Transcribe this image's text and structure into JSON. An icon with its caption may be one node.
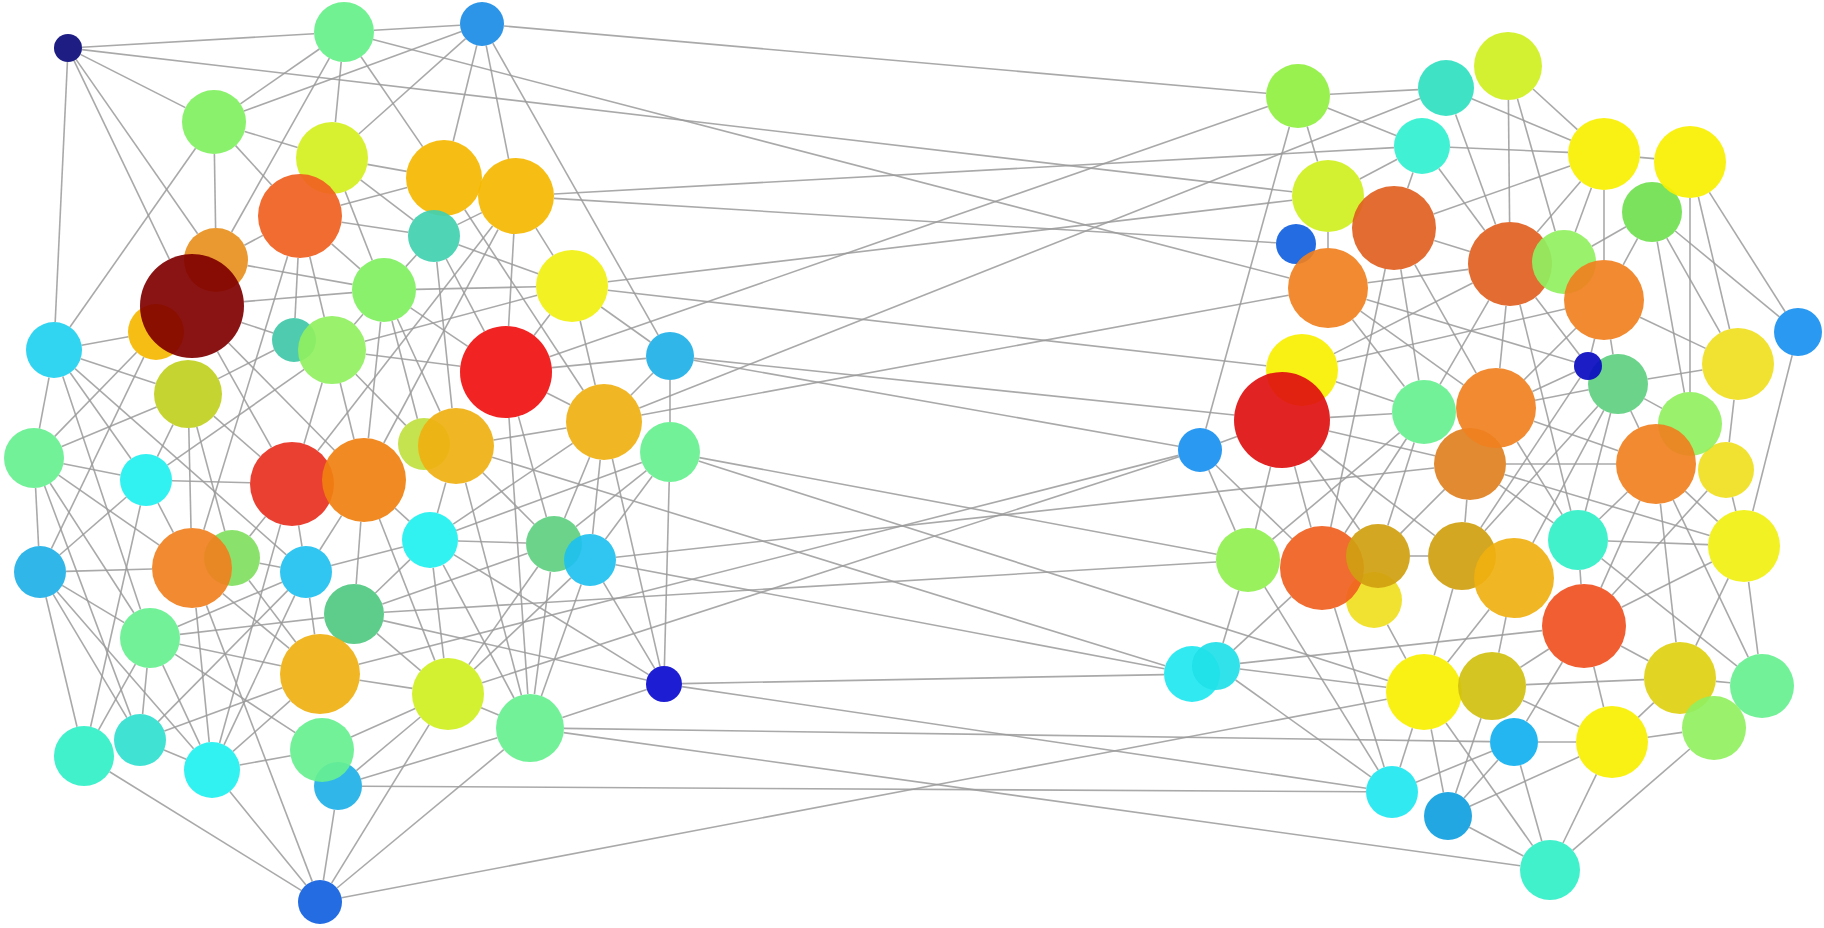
{
  "diagram": {
    "nodes": [
      {
        "text": [],
        "shape": "circle"
      },
      {
        "text": [],
        "shape": "circle"
      },
      {
        "text": [],
        "shape": "circle"
      },
      {
        "text": [],
        "shape": "circle"
      },
      {
        "text": [],
        "shape": "circle"
      },
      {
        "text": [],
        "shape": "circle"
      },
      {
        "text": [],
        "shape": "circle"
      },
      {
        "text": [],
        "shape": "circle"
      },
      {
        "text": [],
        "shape": "circle"
      },
      {
        "text": [],
        "shape": "circle"
      },
      {
        "text": [],
        "shape": "circle"
      },
      {
        "text": [],
        "shape": "circle"
      },
      {
        "text": [],
        "shape": "circle"
      },
      {
        "text": [],
        "shape": "circle"
      },
      {
        "text": [],
        "shape": "circle"
      },
      {
        "text": [],
        "shape": "circle"
      },
      {
        "text": [],
        "shape": "circle"
      },
      {
        "text": [],
        "shape": "circle"
      },
      {
        "text": [],
        "shape": "circle"
      },
      {
        "text": [],
        "shape": "circle"
      },
      {
        "text": [],
        "shape": "circle"
      },
      {
        "text": [],
        "shape": "circle"
      },
      {
        "text": [],
        "shape": "circle"
      },
      {
        "text": [],
        "shape": "circle"
      },
      {
        "text": [],
        "shape": "circle"
      },
      {
        "text": [],
        "shape": "circle"
      },
      {
        "text": [],
        "shape": "circle"
      },
      {
        "text": [],
        "shape": "circle"
      },
      {
        "text": [],
        "shape": "circle"
      },
      {
        "text": [],
        "shape": "circle"
      },
      {
        "text": [],
        "shape": "circle"
      },
      {
        "text": [],
        "shape": "circle"
      },
      {
        "text": [],
        "shape": "circle"
      },
      {
        "text": [],
        "shape": "circle"
      },
      {
        "text": [],
        "shape": "circle"
      },
      {
        "text": [],
        "shape": "circle"
      },
      {
        "text": [],
        "shape": "circle"
      },
      {
        "text": [],
        "shape": "circle"
      },
      {
        "text": [],
        "shape": "circle"
      },
      {
        "text": [],
        "shape": "circle"
      },
      {
        "text": [],
        "shape": "circle"
      },
      {
        "text": [],
        "shape": "circle"
      },
      {
        "text": [],
        "shape": "circle"
      },
      {
        "text": [],
        "shape": "circle"
      },
      {
        "text": [],
        "shape": "circle"
      },
      {
        "text": [],
        "shape": "circle"
      },
      {
        "text": [],
        "shape": "circle"
      },
      {
        "text": [],
        "shape": "circle"
      },
      {
        "text": [],
        "shape": "circle"
      },
      {
        "text": [],
        "shape": "circle"
      },
      {
        "text": [],
        "shape": "circle"
      },
      {
        "text": [],
        "shape": "circle"
      },
      {
        "text": [],
        "shape": "circle"
      },
      {
        "text": [],
        "shape": "circle"
      },
      {
        "text": [],
        "shape": "circle"
      },
      {
        "text": [],
        "shape": "circle"
      },
      {
        "text": [],
        "shape": "circle"
      },
      {
        "text": [],
        "shape": "circle"
      },
      {
        "text": [],
        "shape": "circle"
      },
      {
        "text": [],
        "shape": "circle"
      },
      {
        "text": [],
        "shape": "circle"
      },
      {
        "text": [],
        "shape": "circle"
      },
      {
        "text": [],
        "shape": "circle"
      },
      {
        "text": [],
        "shape": "circle"
      },
      {
        "text": [],
        "shape": "circle"
      },
      {
        "text": [],
        "shape": "circle"
      },
      {
        "text": [],
        "shape": "circle"
      },
      {
        "text": [],
        "shape": "circle"
      },
      {
        "text": [],
        "shape": "circle"
      },
      {
        "text": [],
        "shape": "circle"
      },
      {
        "text": [],
        "shape": "circle"
      },
      {
        "text": [],
        "shape": "circle"
      },
      {
        "text": [],
        "shape": "circle"
      },
      {
        "text": [],
        "shape": "circle"
      },
      {
        "text": [],
        "shape": "circle"
      },
      {
        "text": [],
        "shape": "circle"
      },
      {
        "text": [],
        "shape": "circle"
      },
      {
        "text": [],
        "shape": "circle"
      },
      {
        "text": [],
        "shape": "circle"
      },
      {
        "text": [],
        "shape": "circle"
      },
      {
        "text": [],
        "shape": "circle"
      },
      {
        "text": [],
        "shape": "circle"
      },
      {
        "text": [],
        "shape": "circle"
      },
      {
        "text": [],
        "shape": "circle"
      },
      {
        "text": [],
        "shape": "circle"
      },
      {
        "text": [],
        "shape": "circle"
      },
      {
        "text": [],
        "shape": "circle"
      },
      {
        "text": [],
        "shape": "circle"
      },
      {
        "text": [],
        "shape": "circle"
      },
      {
        "text": [],
        "shape": "circle"
      },
      {
        "text": [],
        "shape": "circle"
      },
      {
        "text": [],
        "shape": "circle"
      },
      {
        "text": [],
        "shape": "circle"
      },
      {
        "text": [],
        "shape": "circle"
      },
      {
        "text": [],
        "shape": "circle"
      }
    ],
    "edges": [
      {
        "from": 0,
        "to": 1,
        "arrow": "none"
      },
      {
        "from": 0,
        "to": 3,
        "arrow": "none"
      },
      {
        "from": 0,
        "to": 9,
        "arrow": "none"
      },
      {
        "from": 0,
        "to": 10,
        "arrow": "none"
      },
      {
        "from": 0,
        "to": 14,
        "arrow": "none"
      },
      {
        "from": 1,
        "to": 2,
        "arrow": "none"
      },
      {
        "from": 1,
        "to": 3,
        "arrow": "none"
      },
      {
        "from": 1,
        "to": 4,
        "arrow": "none"
      },
      {
        "from": 1,
        "to": 6,
        "arrow": "none"
      },
      {
        "from": 1,
        "to": 9,
        "arrow": "none"
      },
      {
        "from": 2,
        "to": 3,
        "arrow": "none"
      },
      {
        "from": 2,
        "to": 4,
        "arrow": "none"
      },
      {
        "from": 2,
        "to": 6,
        "arrow": "none"
      },
      {
        "from": 2,
        "to": 7,
        "arrow": "none"
      },
      {
        "from": 2,
        "to": 18,
        "arrow": "none"
      },
      {
        "from": 3,
        "to": 4,
        "arrow": "none"
      },
      {
        "from": 3,
        "to": 5,
        "arrow": "none"
      },
      {
        "from": 3,
        "to": 9,
        "arrow": "none"
      },
      {
        "from": 3,
        "to": 14,
        "arrow": "none"
      },
      {
        "from": 4,
        "to": 6,
        "arrow": "none"
      },
      {
        "from": 4,
        "to": 8,
        "arrow": "none"
      },
      {
        "from": 4,
        "to": 12,
        "arrow": "none"
      },
      {
        "from": 5,
        "to": 6,
        "arrow": "none"
      },
      {
        "from": 5,
        "to": 8,
        "arrow": "none"
      },
      {
        "from": 5,
        "to": 9,
        "arrow": "none"
      },
      {
        "from": 5,
        "to": 12,
        "arrow": "none"
      },
      {
        "from": 5,
        "to": 15,
        "arrow": "none"
      },
      {
        "from": 5,
        "to": 16,
        "arrow": "none"
      },
      {
        "from": 5,
        "to": 28,
        "arrow": "none"
      },
      {
        "from": 6,
        "to": 20,
        "arrow": "none"
      },
      {
        "from": 7,
        "to": 8,
        "arrow": "none"
      },
      {
        "from": 7,
        "to": 11,
        "arrow": "none"
      },
      {
        "from": 7,
        "to": 17,
        "arrow": "none"
      },
      {
        "from": 7,
        "to": 23,
        "arrow": "none"
      },
      {
        "from": 7,
        "to": 24,
        "arrow": "none"
      },
      {
        "from": 8,
        "to": 11,
        "arrow": "none"
      },
      {
        "from": 8,
        "to": 12,
        "arrow": "none"
      },
      {
        "from": 8,
        "to": 17,
        "arrow": "none"
      },
      {
        "from": 8,
        "to": 26,
        "arrow": "none"
      },
      {
        "from": 9,
        "to": 12,
        "arrow": "none"
      },
      {
        "from": 10,
        "to": 12,
        "arrow": "none"
      },
      {
        "from": 10,
        "to": 15,
        "arrow": "none"
      },
      {
        "from": 10,
        "to": 23,
        "arrow": "none"
      },
      {
        "from": 10,
        "to": 24,
        "arrow": "none"
      },
      {
        "from": 11,
        "to": 12,
        "arrow": "none"
      },
      {
        "from": 11,
        "to": 16,
        "arrow": "none"
      },
      {
        "from": 11,
        "to": 17,
        "arrow": "none"
      },
      {
        "from": 11,
        "to": 18,
        "arrow": "none"
      },
      {
        "from": 11,
        "to": 20,
        "arrow": "none"
      },
      {
        "from": 12,
        "to": 16,
        "arrow": "none"
      },
      {
        "from": 12,
        "to": 17,
        "arrow": "none"
      },
      {
        "from": 12,
        "to": 24,
        "arrow": "none"
      },
      {
        "from": 12,
        "to": 25,
        "arrow": "none"
      },
      {
        "from": 12,
        "to": 26,
        "arrow": "none"
      },
      {
        "from": 13,
        "to": 14,
        "arrow": "none"
      },
      {
        "from": 13,
        "to": 21,
        "arrow": "none"
      },
      {
        "from": 13,
        "to": 34,
        "arrow": "none"
      },
      {
        "from": 14,
        "to": 19,
        "arrow": "none"
      },
      {
        "from": 14,
        "to": 21,
        "arrow": "none"
      },
      {
        "from": 14,
        "to": 22,
        "arrow": "none"
      },
      {
        "from": 14,
        "to": 31,
        "arrow": "none"
      },
      {
        "from": 14,
        "to": 35,
        "arrow": "none"
      },
      {
        "from": 15,
        "to": 19,
        "arrow": "none"
      },
      {
        "from": 16,
        "to": 17,
        "arrow": "none"
      },
      {
        "from": 16,
        "to": 22,
        "arrow": "none"
      },
      {
        "from": 16,
        "to": 23,
        "arrow": "none"
      },
      {
        "from": 16,
        "to": 24,
        "arrow": "none"
      },
      {
        "from": 16,
        "to": 25,
        "arrow": "none"
      },
      {
        "from": 17,
        "to": 18,
        "arrow": "none"
      },
      {
        "from": 17,
        "to": 20,
        "arrow": "none"
      },
      {
        "from": 17,
        "to": 32,
        "arrow": "none"
      },
      {
        "from": 17,
        "to": 40,
        "arrow": "none"
      },
      {
        "from": 18,
        "to": 20,
        "arrow": "none"
      },
      {
        "from": 18,
        "to": 27,
        "arrow": "none"
      },
      {
        "from": 19,
        "to": 21,
        "arrow": "none"
      },
      {
        "from": 19,
        "to": 22,
        "arrow": "none"
      },
      {
        "from": 19,
        "to": 23,
        "arrow": "none"
      },
      {
        "from": 19,
        "to": 28,
        "arrow": "none"
      },
      {
        "from": 19,
        "to": 29,
        "arrow": "none"
      },
      {
        "from": 20,
        "to": 26,
        "arrow": "none"
      },
      {
        "from": 20,
        "to": 30,
        "arrow": "none"
      },
      {
        "from": 20,
        "to": 32,
        "arrow": "none"
      },
      {
        "from": 20,
        "to": 33,
        "arrow": "none"
      },
      {
        "from": 20,
        "to": 39,
        "arrow": "none"
      },
      {
        "from": 21,
        "to": 22,
        "arrow": "none"
      },
      {
        "from": 21,
        "to": 28,
        "arrow": "none"
      },
      {
        "from": 21,
        "to": 34,
        "arrow": "none"
      },
      {
        "from": 21,
        "to": 35,
        "arrow": "none"
      },
      {
        "from": 21,
        "to": 42,
        "arrow": "none"
      },
      {
        "from": 22,
        "to": 23,
        "arrow": "none"
      },
      {
        "from": 22,
        "to": 28,
        "arrow": "none"
      },
      {
        "from": 22,
        "to": 34,
        "arrow": "none"
      },
      {
        "from": 22,
        "to": 41,
        "arrow": "none"
      },
      {
        "from": 23,
        "to": 29,
        "arrow": "none"
      },
      {
        "from": 23,
        "to": 31,
        "arrow": "none"
      },
      {
        "from": 23,
        "to": 43,
        "arrow": "none"
      },
      {
        "from": 24,
        "to": 30,
        "arrow": "none"
      },
      {
        "from": 24,
        "to": 31,
        "arrow": "none"
      },
      {
        "from": 24,
        "to": 36,
        "arrow": "none"
      },
      {
        "from": 24,
        "to": 38,
        "arrow": "none"
      },
      {
        "from": 26,
        "to": 30,
        "arrow": "none"
      },
      {
        "from": 26,
        "to": 32,
        "arrow": "none"
      },
      {
        "from": 26,
        "to": 40,
        "arrow": "none"
      },
      {
        "from": 27,
        "to": 30,
        "arrow": "none"
      },
      {
        "from": 27,
        "to": 32,
        "arrow": "none"
      },
      {
        "from": 27,
        "to": 33,
        "arrow": "none"
      },
      {
        "from": 27,
        "to": 39,
        "arrow": "none"
      },
      {
        "from": 28,
        "to": 34,
        "arrow": "none"
      },
      {
        "from": 28,
        "to": 37,
        "arrow": "none"
      },
      {
        "from": 28,
        "to": 43,
        "arrow": "none"
      },
      {
        "from": 28,
        "to": 46,
        "arrow": "none"
      },
      {
        "from": 29,
        "to": 31,
        "arrow": "none"
      },
      {
        "from": 29,
        "to": 37,
        "arrow": "none"
      },
      {
        "from": 30,
        "to": 31,
        "arrow": "none"
      },
      {
        "from": 30,
        "to": 32,
        "arrow": "none"
      },
      {
        "from": 30,
        "to": 36,
        "arrow": "none"
      },
      {
        "from": 30,
        "to": 38,
        "arrow": "none"
      },
      {
        "from": 30,
        "to": 39,
        "arrow": "none"
      },
      {
        "from": 30,
        "to": 40,
        "arrow": "none"
      },
      {
        "from": 31,
        "to": 35,
        "arrow": "none"
      },
      {
        "from": 31,
        "to": 37,
        "arrow": "none"
      },
      {
        "from": 31,
        "to": 42,
        "arrow": "none"
      },
      {
        "from": 31,
        "to": 43,
        "arrow": "none"
      },
      {
        "from": 32,
        "to": 36,
        "arrow": "none"
      },
      {
        "from": 32,
        "to": 38,
        "arrow": "none"
      },
      {
        "from": 32,
        "to": 40,
        "arrow": "none"
      },
      {
        "from": 33,
        "to": 38,
        "arrow": "none"
      },
      {
        "from": 33,
        "to": 39,
        "arrow": "none"
      },
      {
        "from": 33,
        "to": 40,
        "arrow": "none"
      },
      {
        "from": 34,
        "to": 35,
        "arrow": "none"
      },
      {
        "from": 34,
        "to": 41,
        "arrow": "none"
      },
      {
        "from": 34,
        "to": 42,
        "arrow": "none"
      },
      {
        "from": 34,
        "to": 43,
        "arrow": "none"
      },
      {
        "from": 35,
        "to": 36,
        "arrow": "none"
      },
      {
        "from": 35,
        "to": 37,
        "arrow": "none"
      },
      {
        "from": 35,
        "to": 41,
        "arrow": "none"
      },
      {
        "from": 35,
        "to": 42,
        "arrow": "none"
      },
      {
        "from": 35,
        "to": 43,
        "arrow": "none"
      },
      {
        "from": 35,
        "to": 44,
        "arrow": "none"
      },
      {
        "from": 36,
        "to": 38,
        "arrow": "none"
      },
      {
        "from": 36,
        "to": 39,
        "arrow": "none"
      },
      {
        "from": 37,
        "to": 38,
        "arrow": "none"
      },
      {
        "from": 37,
        "to": 42,
        "arrow": "none"
      },
      {
        "from": 37,
        "to": 43,
        "arrow": "none"
      },
      {
        "from": 38,
        "to": 40,
        "arrow": "none"
      },
      {
        "from": 38,
        "to": 44,
        "arrow": "none"
      },
      {
        "from": 38,
        "to": 45,
        "arrow": "none"
      },
      {
        "from": 38,
        "to": 46,
        "arrow": "none"
      },
      {
        "from": 39,
        "to": 40,
        "arrow": "none"
      },
      {
        "from": 40,
        "to": 45,
        "arrow": "none"
      },
      {
        "from": 40,
        "to": 46,
        "arrow": "none"
      },
      {
        "from": 41,
        "to": 46,
        "arrow": "none"
      },
      {
        "from": 42,
        "to": 43,
        "arrow": "none"
      },
      {
        "from": 43,
        "to": 44,
        "arrow": "none"
      },
      {
        "from": 43,
        "to": 46,
        "arrow": "none"
      },
      {
        "from": 45,
        "to": 46,
        "arrow": "none"
      },
      {
        "from": 47,
        "to": 48,
        "arrow": "none"
      },
      {
        "from": 47,
        "to": 50,
        "arrow": "none"
      },
      {
        "from": 47,
        "to": 53,
        "arrow": "none"
      },
      {
        "from": 47,
        "to": 70,
        "arrow": "none"
      },
      {
        "from": 48,
        "to": 51,
        "arrow": "none"
      },
      {
        "from": 48,
        "to": 57,
        "arrow": "none"
      },
      {
        "from": 49,
        "to": 51,
        "arrow": "none"
      },
      {
        "from": 49,
        "to": 57,
        "arrow": "none"
      },
      {
        "from": 49,
        "to": 58,
        "arrow": "none"
      },
      {
        "from": 50,
        "to": 51,
        "arrow": "none"
      },
      {
        "from": 50,
        "to": 53,
        "arrow": "none"
      },
      {
        "from": 50,
        "to": 56,
        "arrow": "none"
      },
      {
        "from": 50,
        "to": 57,
        "arrow": "none"
      },
      {
        "from": 51,
        "to": 52,
        "arrow": "none"
      },
      {
        "from": 51,
        "to": 56,
        "arrow": "none"
      },
      {
        "from": 51,
        "to": 57,
        "arrow": "none"
      },
      {
        "from": 51,
        "to": 58,
        "arrow": "none"
      },
      {
        "from": 51,
        "to": 60,
        "arrow": "none"
      },
      {
        "from": 52,
        "to": 61,
        "arrow": "none"
      },
      {
        "from": 52,
        "to": 65,
        "arrow": "none"
      },
      {
        "from": 52,
        "to": 69,
        "arrow": "none"
      },
      {
        "from": 53,
        "to": 59,
        "arrow": "none"
      },
      {
        "from": 54,
        "to": 58,
        "arrow": "none"
      },
      {
        "from": 54,
        "to": 60,
        "arrow": "none"
      },
      {
        "from": 54,
        "to": 61,
        "arrow": "none"
      },
      {
        "from": 54,
        "to": 65,
        "arrow": "none"
      },
      {
        "from": 54,
        "to": 69,
        "arrow": "none"
      },
      {
        "from": 56,
        "to": 57,
        "arrow": "none"
      },
      {
        "from": 56,
        "to": 67,
        "arrow": "none"
      },
      {
        "from": 56,
        "to": 68,
        "arrow": "none"
      },
      {
        "from": 56,
        "to": 75,
        "arrow": "none"
      },
      {
        "from": 57,
        "to": 59,
        "arrow": "none"
      },
      {
        "from": 57,
        "to": 62,
        "arrow": "none"
      },
      {
        "from": 57,
        "to": 63,
        "arrow": "none"
      },
      {
        "from": 57,
        "to": 67,
        "arrow": "none"
      },
      {
        "from": 57,
        "to": 68,
        "arrow": "none"
      },
      {
        "from": 57,
        "to": 80,
        "arrow": "none"
      },
      {
        "from": 59,
        "to": 63,
        "arrow": "none"
      },
      {
        "from": 59,
        "to": 67,
        "arrow": "none"
      },
      {
        "from": 59,
        "to": 68,
        "arrow": "none"
      },
      {
        "from": 60,
        "to": 62,
        "arrow": "none"
      },
      {
        "from": 60,
        "to": 63,
        "arrow": "none"
      },
      {
        "from": 60,
        "to": 64,
        "arrow": "none"
      },
      {
        "from": 60,
        "to": 65,
        "arrow": "none"
      },
      {
        "from": 60,
        "to": 68,
        "arrow": "none"
      },
      {
        "from": 61,
        "to": 81,
        "arrow": "none"
      },
      {
        "from": 62,
        "to": 67,
        "arrow": "none"
      },
      {
        "from": 63,
        "to": 68,
        "arrow": "none"
      },
      {
        "from": 63,
        "to": 78,
        "arrow": "none"
      },
      {
        "from": 64,
        "to": 65,
        "arrow": "none"
      },
      {
        "from": 64,
        "to": 68,
        "arrow": "none"
      },
      {
        "from": 64,
        "to": 69,
        "arrow": "none"
      },
      {
        "from": 64,
        "to": 72,
        "arrow": "none"
      },
      {
        "from": 64,
        "to": 78,
        "arrow": "none"
      },
      {
        "from": 64,
        "to": 79,
        "arrow": "none"
      },
      {
        "from": 64,
        "to": 80,
        "arrow": "none"
      },
      {
        "from": 65,
        "to": 73,
        "arrow": "none"
      },
      {
        "from": 66,
        "to": 67,
        "arrow": "none"
      },
      {
        "from": 66,
        "to": 70,
        "arrow": "none"
      },
      {
        "from": 66,
        "to": 71,
        "arrow": "none"
      },
      {
        "from": 66,
        "to": 74,
        "arrow": "none"
      },
      {
        "from": 66,
        "to": 75,
        "arrow": "none"
      },
      {
        "from": 66,
        "to": 76,
        "arrow": "none"
      },
      {
        "from": 66,
        "to": 78,
        "arrow": "none"
      },
      {
        "from": 67,
        "to": 74,
        "arrow": "none"
      },
      {
        "from": 67,
        "to": 75,
        "arrow": "none"
      },
      {
        "from": 67,
        "to": 76,
        "arrow": "none"
      },
      {
        "from": 68,
        "to": 72,
        "arrow": "none"
      },
      {
        "from": 68,
        "to": 80,
        "arrow": "none"
      },
      {
        "from": 70,
        "to": 74,
        "arrow": "none"
      },
      {
        "from": 70,
        "to": 75,
        "arrow": "none"
      },
      {
        "from": 71,
        "to": 72,
        "arrow": "none"
      },
      {
        "from": 71,
        "to": 76,
        "arrow": "none"
      },
      {
        "from": 71,
        "to": 78,
        "arrow": "none"
      },
      {
        "from": 71,
        "to": 80,
        "arrow": "none"
      },
      {
        "from": 71,
        "to": 81,
        "arrow": "none"
      },
      {
        "from": 72,
        "to": 80,
        "arrow": "none"
      },
      {
        "from": 72,
        "to": 81,
        "arrow": "none"
      },
      {
        "from": 72,
        "to": 82,
        "arrow": "none"
      },
      {
        "from": 72,
        "to": 87,
        "arrow": "none"
      },
      {
        "from": 72,
        "to": 88,
        "arrow": "none"
      },
      {
        "from": 73,
        "to": 81,
        "arrow": "none"
      },
      {
        "from": 73,
        "to": 82,
        "arrow": "none"
      },
      {
        "from": 74,
        "to": 84,
        "arrow": "none"
      },
      {
        "from": 74,
        "to": 92,
        "arrow": "none"
      },
      {
        "from": 75,
        "to": 84,
        "arrow": "none"
      },
      {
        "from": 75,
        "to": 92,
        "arrow": "none"
      },
      {
        "from": 76,
        "to": 78,
        "arrow": "none"
      },
      {
        "from": 77,
        "to": 85,
        "arrow": "none"
      },
      {
        "from": 78,
        "to": 85,
        "arrow": "none"
      },
      {
        "from": 79,
        "to": 85,
        "arrow": "none"
      },
      {
        "from": 79,
        "to": 86,
        "arrow": "none"
      },
      {
        "from": 80,
        "to": 81,
        "arrow": "none"
      },
      {
        "from": 80,
        "to": 82,
        "arrow": "none"
      },
      {
        "from": 80,
        "to": 88,
        "arrow": "none"
      },
      {
        "from": 81,
        "to": 82,
        "arrow": "none"
      },
      {
        "from": 81,
        "to": 87,
        "arrow": "none"
      },
      {
        "from": 81,
        "to": 88,
        "arrow": "none"
      },
      {
        "from": 82,
        "to": 84,
        "arrow": "none"
      },
      {
        "from": 82,
        "to": 86,
        "arrow": "none"
      },
      {
        "from": 82,
        "to": 87,
        "arrow": "none"
      },
      {
        "from": 82,
        "to": 89,
        "arrow": "none"
      },
      {
        "from": 82,
        "to": 90,
        "arrow": "none"
      },
      {
        "from": 84,
        "to": 85,
        "arrow": "none"
      },
      {
        "from": 84,
        "to": 92,
        "arrow": "none"
      },
      {
        "from": 85,
        "to": 92,
        "arrow": "none"
      },
      {
        "from": 85,
        "to": 93,
        "arrow": "none"
      },
      {
        "from": 85,
        "to": 94,
        "arrow": "none"
      },
      {
        "from": 86,
        "to": 87,
        "arrow": "none"
      },
      {
        "from": 86,
        "to": 90,
        "arrow": "none"
      },
      {
        "from": 86,
        "to": 93,
        "arrow": "none"
      },
      {
        "from": 87,
        "to": 88,
        "arrow": "none"
      },
      {
        "from": 87,
        "to": 90,
        "arrow": "none"
      },
      {
        "from": 89,
        "to": 90,
        "arrow": "none"
      },
      {
        "from": 89,
        "to": 92,
        "arrow": "none"
      },
      {
        "from": 89,
        "to": 93,
        "arrow": "none"
      },
      {
        "from": 89,
        "to": 94,
        "arrow": "none"
      },
      {
        "from": 90,
        "to": 91,
        "arrow": "none"
      },
      {
        "from": 90,
        "to": 93,
        "arrow": "none"
      },
      {
        "from": 90,
        "to": 94,
        "arrow": "none"
      },
      {
        "from": 91,
        "to": 94,
        "arrow": "none"
      },
      {
        "from": 93,
        "to": 94,
        "arrow": "none"
      },
      {
        "from": 0,
        "to": 53,
        "arrow": "none"
      },
      {
        "from": 1,
        "to": 59,
        "arrow": "none"
      },
      {
        "from": 2,
        "to": 47,
        "arrow": "none"
      },
      {
        "from": 7,
        "to": 50,
        "arrow": "none"
      },
      {
        "from": 7,
        "to": 55,
        "arrow": "none"
      },
      {
        "from": 11,
        "to": 53,
        "arrow": "none"
      },
      {
        "from": 11,
        "to": 62,
        "arrow": "none"
      },
      {
        "from": 17,
        "to": 47,
        "arrow": "none"
      },
      {
        "from": 18,
        "to": 66,
        "arrow": "none"
      },
      {
        "from": 18,
        "to": 70,
        "arrow": "none"
      },
      {
        "from": 20,
        "to": 48,
        "arrow": "none"
      },
      {
        "from": 20,
        "to": 59,
        "arrow": "none"
      },
      {
        "from": 27,
        "to": 74,
        "arrow": "none"
      },
      {
        "from": 27,
        "to": 85,
        "arrow": "none"
      },
      {
        "from": 33,
        "to": 71,
        "arrow": "none"
      },
      {
        "from": 33,
        "to": 83,
        "arrow": "none"
      },
      {
        "from": 38,
        "to": 70,
        "arrow": "none"
      },
      {
        "from": 39,
        "to": 83,
        "arrow": "none"
      },
      {
        "from": 39,
        "to": 92,
        "arrow": "none"
      },
      {
        "from": 40,
        "to": 89,
        "arrow": "none"
      },
      {
        "from": 40,
        "to": 94,
        "arrow": "none"
      },
      {
        "from": 45,
        "to": 92,
        "arrow": "none"
      },
      {
        "from": 46,
        "to": 85,
        "arrow": "none"
      },
      {
        "from": 26,
        "to": 83,
        "arrow": "none"
      },
      {
        "from": 36,
        "to": 74,
        "arrow": "none"
      },
      {
        "from": 37,
        "to": 70,
        "arrow": "none"
      }
    ]
  }
}
